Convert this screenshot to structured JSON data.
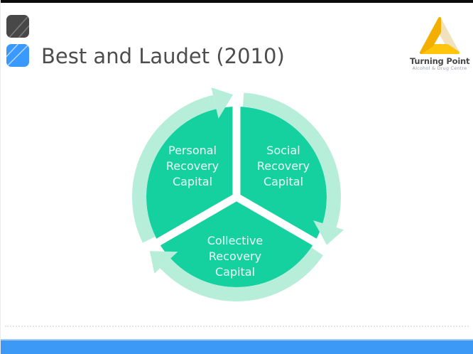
{
  "slide": {
    "title": "Best and Laudet (2010)"
  },
  "brand": {
    "name": "Turning Point",
    "tagline": "Alcohol & Drug Centre"
  },
  "diagram": {
    "type": "cycle",
    "direction": "clockwise",
    "segments": [
      {
        "id": "personal",
        "lines": [
          "Personal",
          "Recovery",
          "Capital"
        ]
      },
      {
        "id": "social",
        "lines": [
          "Social",
          "Recovery",
          "Capital"
        ]
      },
      {
        "id": "collective",
        "lines": [
          "Collective",
          "Recovery",
          "Capital"
        ]
      }
    ]
  },
  "colors": {
    "segment_fill": "#15d1a0",
    "ring_fill": "#b6eeda",
    "segment_text": "#eafdf6",
    "title_text": "#4d4d4d",
    "accent_blue": "#3c99f6",
    "logo_gold": "#f3af00",
    "logo_yellow": "#ffc40c",
    "logo_cream": "#f1e2be"
  }
}
